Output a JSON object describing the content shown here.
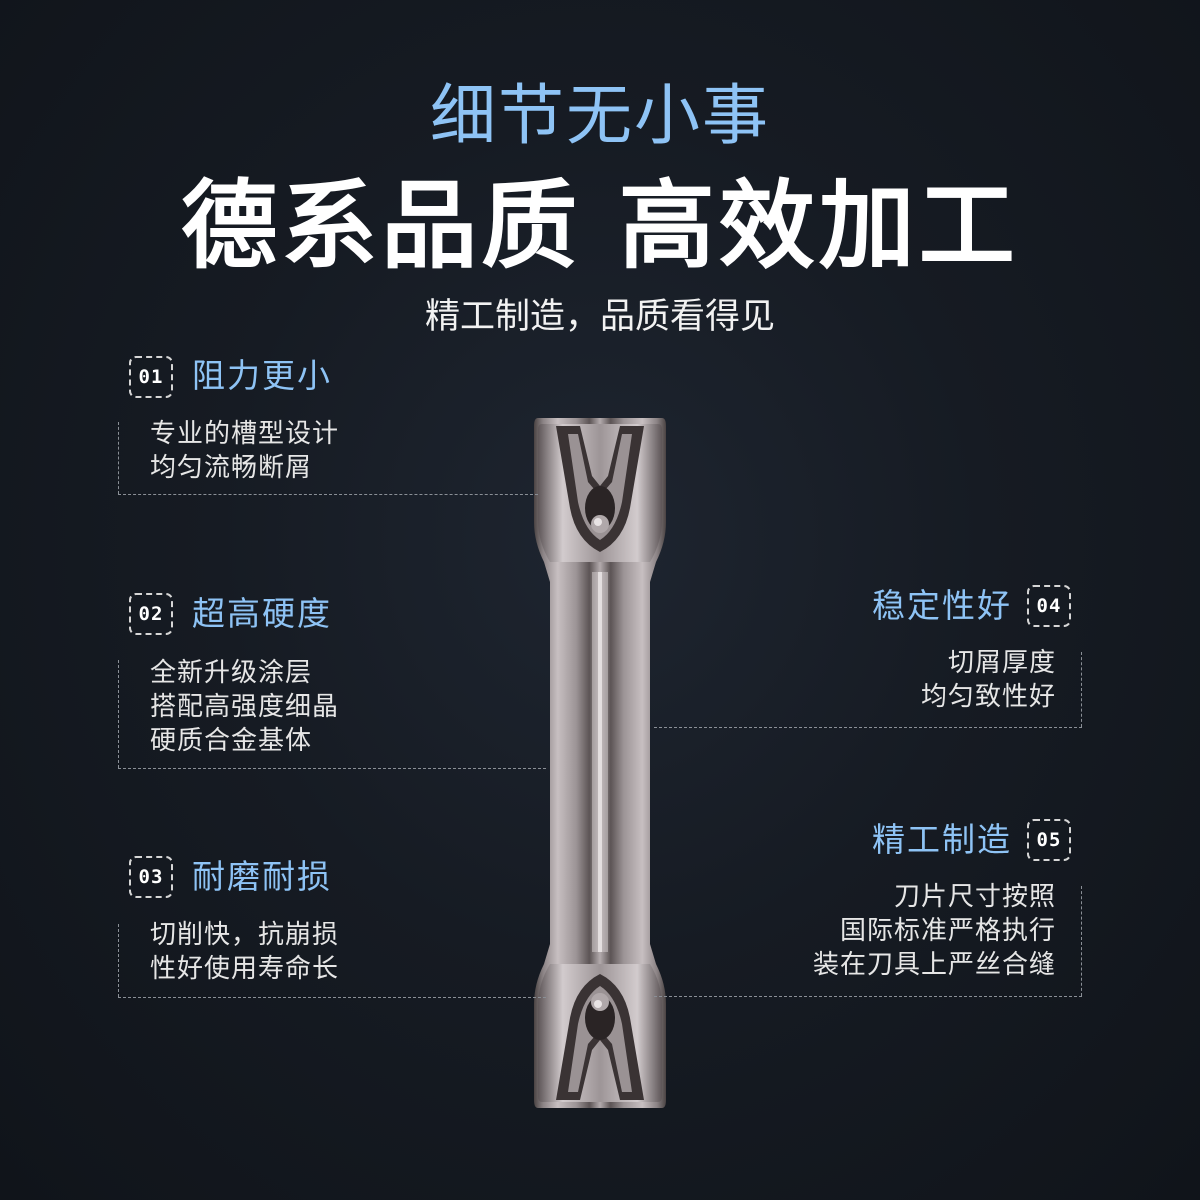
{
  "header": {
    "tagline": "细节无小事",
    "headline": "德系品质 高效加工",
    "subtitle": "精工制造，品质看得见"
  },
  "features": [
    {
      "number": "01",
      "title": "阻力更小",
      "lines": [
        "专业的槽型设计",
        "均匀流畅断屑"
      ]
    },
    {
      "number": "02",
      "title": "超高硬度",
      "lines": [
        "全新升级涂层",
        "搭配高强度细晶",
        "硬质合金基体"
      ]
    },
    {
      "number": "03",
      "title": "耐磨耐损",
      "lines": [
        "切削快，抗崩损",
        "性好使用寿命长"
      ]
    },
    {
      "number": "04",
      "title": "稳定性好",
      "lines": [
        "切屑厚度",
        "均匀致性好"
      ]
    },
    {
      "number": "05",
      "title": "精工制造",
      "lines": [
        "刀片尺寸按照",
        "国际标准严格执行",
        "装在刀具上严丝合缝"
      ]
    }
  ],
  "colors": {
    "accent": "#8ec3f5",
    "background": "#161b23",
    "text": "#ffffff"
  }
}
